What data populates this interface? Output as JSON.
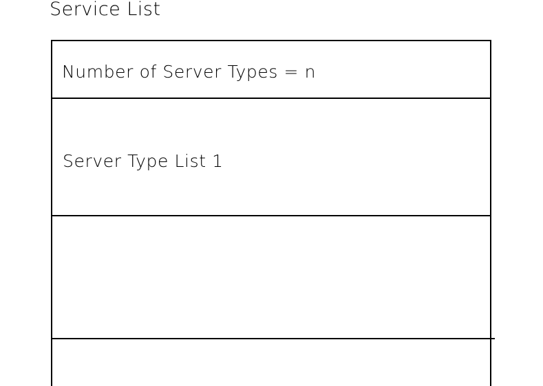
{
  "diagram": {
    "title": "Service List",
    "type": "table",
    "background_color": "#ffffff",
    "line_color": "#000000",
    "text_color": "#000000",
    "rows": [
      {
        "id": "row-1",
        "label": "Number of Server Types = n",
        "empty": false
      },
      {
        "id": "row-2",
        "label": "Server Type List 1",
        "empty": false
      },
      {
        "id": "row-3",
        "label": "",
        "empty": true
      },
      {
        "id": "row-4",
        "label": "",
        "empty": true
      }
    ]
  }
}
